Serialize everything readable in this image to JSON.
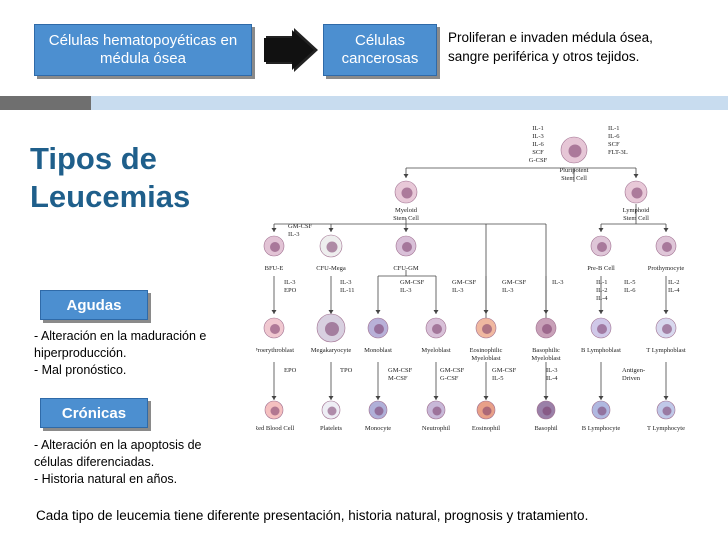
{
  "header": {
    "box1": "Células hematopoyéticas en médula ósea",
    "box2": "Células cancerosas",
    "note_line1": "Proliferan e invaden médula ósea,",
    "note_line2": "sangre periférica y otros tejidos."
  },
  "title_line1": "Tipos de",
  "title_line2": "Leucemias",
  "agudas": {
    "label": "Agudas",
    "line1": "- Alteración en la maduración e",
    "line2": "hiperproducción.",
    "line3": "- Mal pronóstico."
  },
  "cronicas": {
    "label": "Crónicas",
    "line1": "- Alteración en la apoptosis de",
    "line2": "células diferenciadas.",
    "line3": "- Historia natural en años."
  },
  "footer": "Cada tipo de leucemia tiene diferente presentación, historia natural, prognosis y tratamiento.",
  "diagram": {
    "stem_cell": "Pluripotent Stem Cell",
    "stem_left_factors": [
      "IL-1",
      "IL-3",
      "IL-6",
      "SCF",
      "G-CSF"
    ],
    "stem_right_factors": [
      "IL-1",
      "IL-6",
      "SCF",
      "FLT-3L"
    ],
    "myeloid": "Myeloid Stem Cell",
    "lymphoid": "Lymphoid Stem Cell",
    "myeloid_factors": [
      "GM-CSF",
      "IL-3"
    ],
    "progenitors": [
      "BFU-E",
      "CFU-Mega",
      "CFU-GM",
      "Pre-B Cell",
      "Prothymocyte"
    ],
    "factors_row2": [
      [
        "IL-3",
        "EPO"
      ],
      [
        "IL-3",
        "IL-11"
      ],
      [
        "GM-CSF",
        "IL-3"
      ],
      [
        "GM-CSF",
        "IL-3"
      ],
      [
        "GM-CSF",
        "IL-3"
      ],
      [
        "IL-3"
      ],
      [
        "IL-1",
        "IL-2",
        "IL-4"
      ],
      [
        "IL-5",
        "IL-6"
      ],
      [
        "IL-2",
        "IL-4"
      ]
    ],
    "blasts": [
      "Proerythroblast",
      "Megakaryocyte",
      "Monoblast",
      "Myeloblast",
      "Eosinophilic Myeloblast",
      "Basophilic Myeloblast",
      "B Lymphoblast",
      "T Lymphoblast"
    ],
    "factors_row3": [
      [
        "EPO"
      ],
      [
        "TPO"
      ],
      [
        "GM-CSF",
        "M-CSF"
      ],
      [
        "GM-CSF",
        "G-CSF"
      ],
      [
        "GM-CSF",
        "IL-5"
      ],
      [
        "IL-3",
        "IL-4"
      ],
      [
        "Antigen-",
        "Driven"
      ]
    ],
    "mature": [
      "Red Blood Cell",
      "Platelets",
      "Monocyte",
      "Neutrophil",
      "Eosinophil",
      "Basophil",
      "B Lymphocyte",
      "T Lymphocyte"
    ]
  },
  "colors": {
    "box_blue": "#4c8fd0",
    "title_blue": "#1f5f8b",
    "bar_gray": "#6f6f6f",
    "bar_light": "#c8dcef"
  }
}
